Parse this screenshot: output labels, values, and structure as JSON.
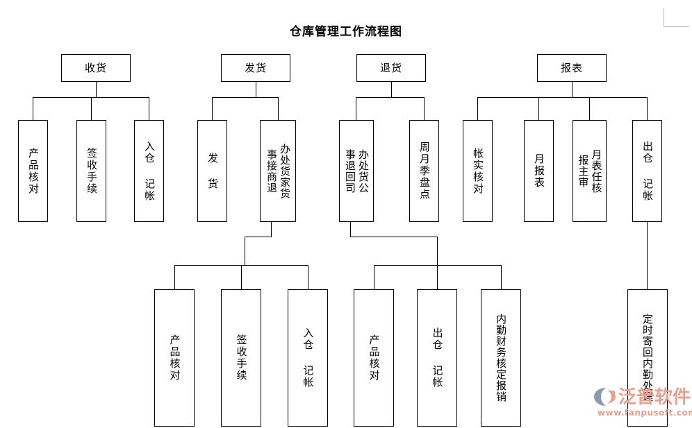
{
  "page": {
    "title": "仓库管理工作流程图",
    "background": "#ffffff",
    "line_color": "#000000",
    "corner_mark_color": "#b9b9b9"
  },
  "watermark": {
    "brand": "泛普软件",
    "url": "www.fanpusoft.com",
    "color": "#e8a08c",
    "logo_color_a": "#8d9bb0",
    "logo_color_b": "#e8a08c"
  },
  "nodes": {
    "top": [
      {
        "id": "receiving",
        "label": "收货"
      },
      {
        "id": "shipping",
        "label": "发货"
      },
      {
        "id": "returns",
        "label": "退货"
      },
      {
        "id": "reports",
        "label": "报表"
      }
    ],
    "row1": [
      {
        "id": "product-check-1",
        "label": "产品核对"
      },
      {
        "id": "signoff-1",
        "label": "签收手续"
      },
      {
        "id": "inbound-record-1",
        "label": "入仓 记帐"
      },
      {
        "id": "ship-goods",
        "label": "发 货"
      },
      {
        "id": "merchant-return",
        "col_right": "事接商退",
        "col_left": "办处货家货"
      },
      {
        "id": "return-to-company",
        "col_right": "事退回司",
        "col_left": "办处货公"
      },
      {
        "id": "inventory-count",
        "label": "周月季盘点"
      },
      {
        "id": "book-stock-check",
        "label": "帐实核对"
      },
      {
        "id": "monthly-report",
        "label": "月报表"
      },
      {
        "id": "report-approval",
        "col_right": "报主审",
        "col_left": "月表任核"
      },
      {
        "id": "outbound-record-1",
        "label": "出仓 记帐"
      }
    ],
    "row2": [
      {
        "id": "product-check-2",
        "label": "产品核对"
      },
      {
        "id": "signoff-2",
        "label": "签收手续"
      },
      {
        "id": "inbound-record-2",
        "label": "入仓 记帐"
      },
      {
        "id": "product-check-3",
        "label": "产品核对"
      },
      {
        "id": "outbound-record-2",
        "label": "出仓 记帐"
      },
      {
        "id": "finance-reimburse",
        "label": "内勤财务核定报销"
      },
      {
        "id": "mail-back-office",
        "label": "定时寄回内勤处理"
      }
    ]
  }
}
